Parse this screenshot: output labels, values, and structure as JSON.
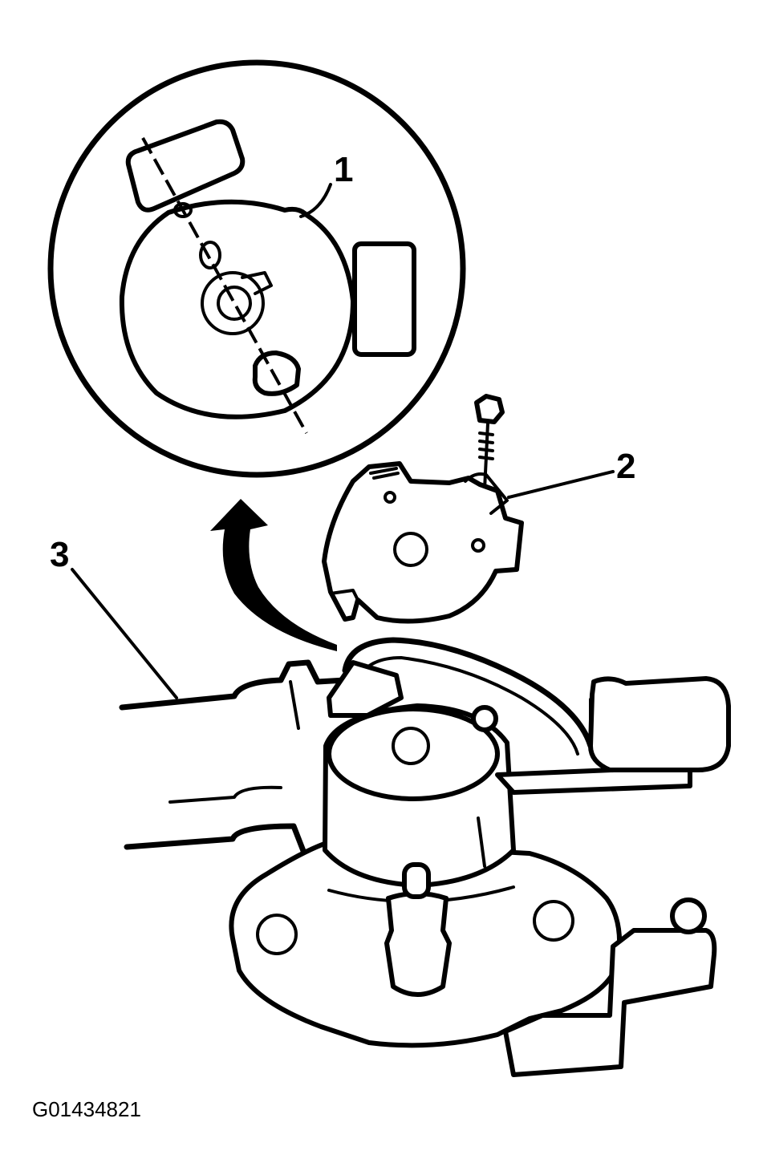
{
  "callouts": {
    "one": "1",
    "two": "2",
    "three": "3"
  },
  "figure_id": "G01434821",
  "colors": {
    "ink": "#000000",
    "paper": "#ffffff"
  }
}
